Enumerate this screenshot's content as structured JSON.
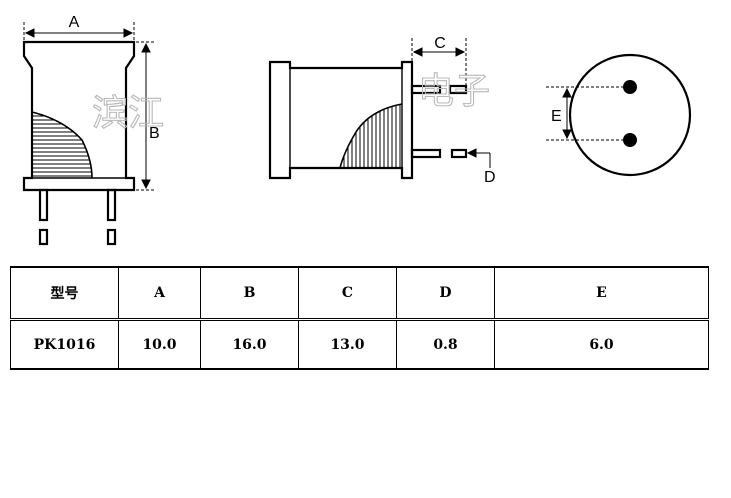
{
  "dimension_labels": {
    "a": "A",
    "b": "B",
    "c": "C",
    "d": "D",
    "e": "E"
  },
  "watermark": {
    "left": "滨江",
    "right": "电子"
  },
  "table": {
    "headers": [
      "型号",
      "A",
      "B",
      "C",
      "D",
      "E"
    ],
    "rows": [
      [
        "PK1016",
        "10.0",
        "16.0",
        "13.0",
        "0.8",
        "6.0"
      ]
    ]
  }
}
